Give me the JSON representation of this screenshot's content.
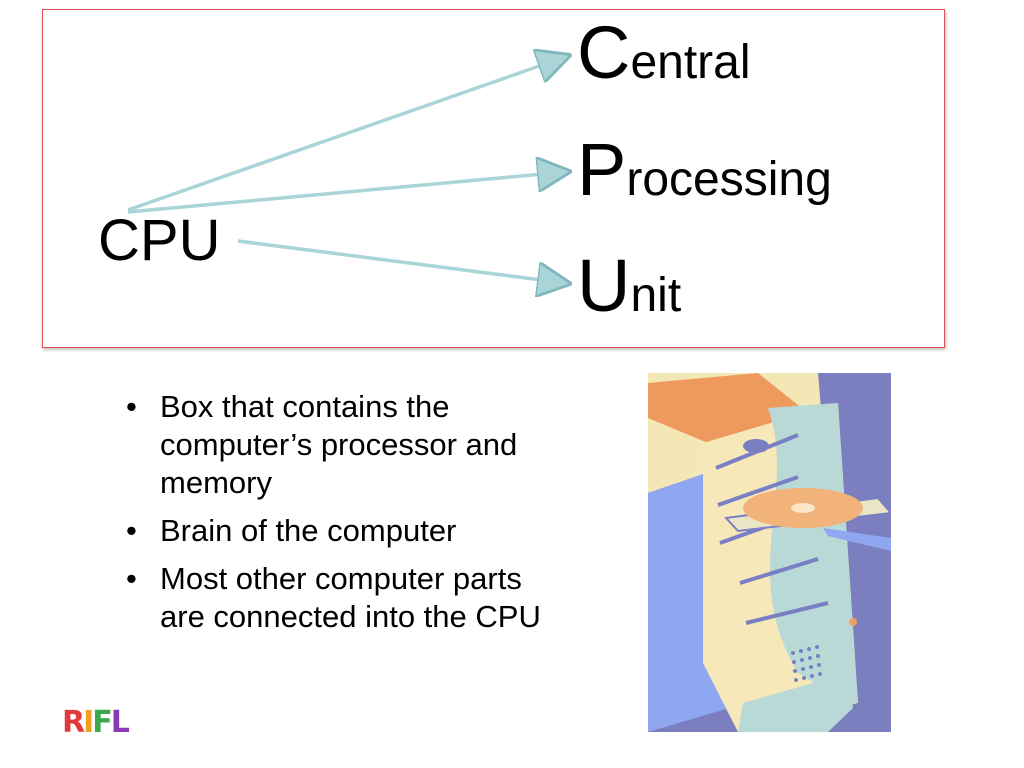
{
  "diagram": {
    "acronym": "CPU",
    "words": [
      {
        "initial": "C",
        "rest": "entral"
      },
      {
        "initial": "P",
        "rest": "rocessing"
      },
      {
        "initial": "U",
        "rest": "nit"
      }
    ],
    "border_color": "#e05050",
    "arrow_color": "#a9d4d8"
  },
  "bullets": [
    {
      "marker": "•",
      "text": "Box that contains the computer’s processor and memory"
    },
    {
      "marker": "•",
      "text": "Brain of the computer"
    },
    {
      "marker": "•",
      "text": "Most other computer parts are connected into the CPU"
    }
  ],
  "clipart": {
    "subject": "computer-tower-icon"
  },
  "logo": {
    "letters": [
      {
        "char": "R",
        "color": "#e03a3a"
      },
      {
        "char": "I",
        "color": "#f2a020"
      },
      {
        "char": "F",
        "color": "#3aa84a"
      },
      {
        "char": "L",
        "color": "#8a3ab8"
      }
    ]
  }
}
